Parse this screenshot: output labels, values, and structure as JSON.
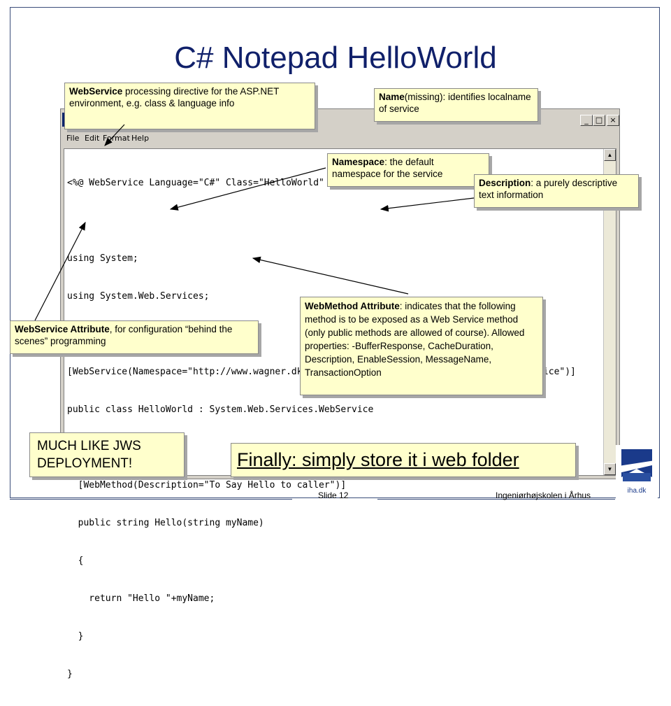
{
  "slide": {
    "title": "C# Notepad HelloWorld",
    "footer": {
      "slide_number": "Slide 12",
      "school": "Ingeniørhøjskolen i Århus",
      "logo_text": "iha.dk"
    }
  },
  "notepad": {
    "buttons": {
      "minimize": "_",
      "maximize": "□",
      "close": "×"
    },
    "menu": [
      "File",
      "Edit",
      "Format",
      "Help"
    ],
    "code_lines": [
      "<%@ WebService Language=\"C#\" Class=\"HelloWorld\" %>",
      "",
      "using System;",
      "using System.Web.Services;",
      "",
      "[WebService(Namespace=\"http://www.wagner.dk/webservices\", Description=\"Hello World Service\")]",
      "public class HelloWorld : System.Web.Services.WebService",
      "{",
      "  [WebMethod(Description=\"To Say Hello to caller\")]",
      "  public string Hello(string myName)",
      "  {",
      "    return \"Hello \"+myName;",
      "  }",
      "}"
    ],
    "scroll": {
      "up": "▲",
      "down": "▼"
    }
  },
  "callouts": {
    "webservice_directive": {
      "bold": "WebService",
      "text": " processing directive for the ASP.NET environment, e.g. class & language info"
    },
    "name": {
      "bold": "Name",
      "text": "(missing): identifies localname of service"
    },
    "namespace": {
      "bold": "Namespace",
      "text": ": the default namespace for the service"
    },
    "description": {
      "bold": "Description",
      "text": ": a purely descriptive text information"
    },
    "webmethod": {
      "bold": "WebMethod Attribute",
      "text": ":  indicates that the following method is to be exposed as a Web Service method (only public methods are allowed of course). Allowed properties: -BufferResponse, CacheDuration, Description, EnableSession, MessageName, TransactionOption"
    },
    "webservice_attribute": {
      "bold": "WebService Attribute",
      "text": ",  for configuration “behind the scenes” programming"
    }
  },
  "notes": {
    "jws": "MUCH LIKE JWS DEPLOYMENT!",
    "store": "Finally: simply store it i web folder"
  }
}
